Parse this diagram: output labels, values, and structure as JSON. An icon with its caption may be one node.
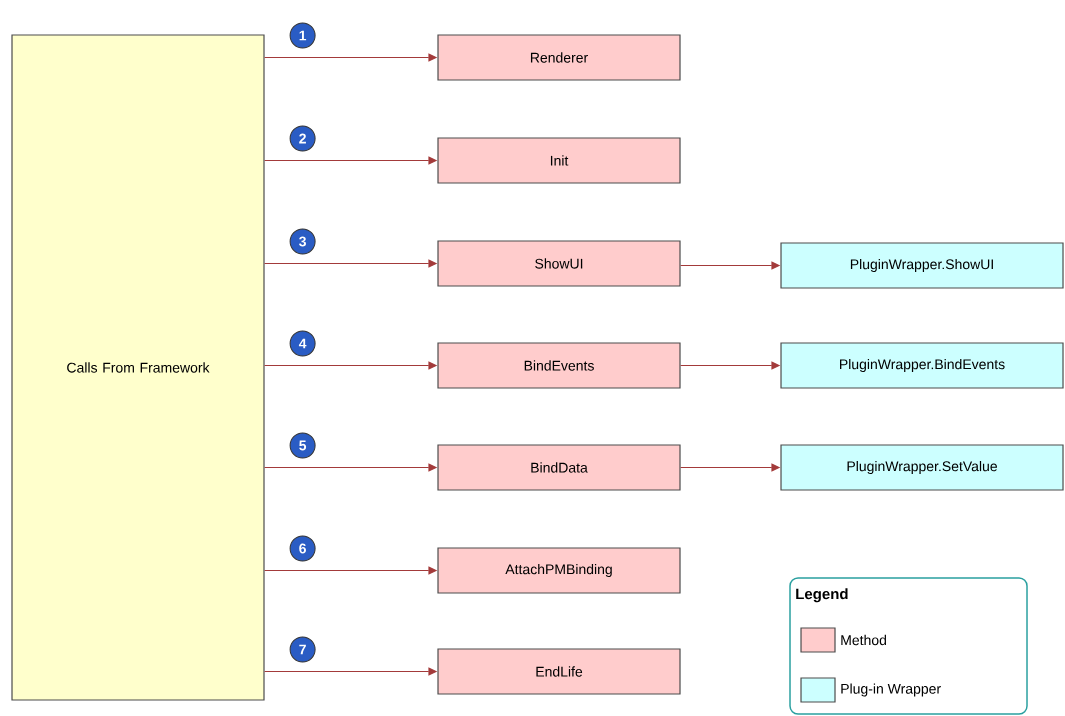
{
  "diagram": {
    "nodes": [
      {
        "text": [
          "Calls From Framework"
        ]
      },
      {
        "text": [
          "Renderer"
        ]
      },
      {
        "text": [
          "Init"
        ]
      },
      {
        "text": [
          "ShowUI"
        ]
      },
      {
        "text": [
          "BindEvents"
        ]
      },
      {
        "text": [
          "BindData"
        ]
      },
      {
        "text": [
          "AttachPMBinding"
        ]
      },
      {
        "text": [
          "EndLife"
        ]
      },
      {
        "text": [
          "PluginWrapper.ShowUI"
        ]
      },
      {
        "text": [
          "PluginWrapper.BindEvents"
        ]
      },
      {
        "text": [
          "PluginWrapper.SetValue"
        ]
      }
    ],
    "edges": [
      {
        "from": 0,
        "to": 1,
        "arrow": "to",
        "label": "1"
      },
      {
        "from": 0,
        "to": 2,
        "arrow": "to",
        "label": "2"
      },
      {
        "from": 0,
        "to": 3,
        "arrow": "to",
        "label": "3"
      },
      {
        "from": 0,
        "to": 4,
        "arrow": "to",
        "label": "4"
      },
      {
        "from": 0,
        "to": 5,
        "arrow": "to",
        "label": "5"
      },
      {
        "from": 0,
        "to": 6,
        "arrow": "to",
        "label": "6"
      },
      {
        "from": 0,
        "to": 7,
        "arrow": "to",
        "label": "7"
      },
      {
        "from": 3,
        "to": 8,
        "arrow": "to"
      },
      {
        "from": 4,
        "to": 9,
        "arrow": "to"
      },
      {
        "from": 5,
        "to": 10,
        "arrow": "to"
      }
    ],
    "labels": [
      "Legend"
    ],
    "legend": [
      {
        "text": "Method",
        "color": "#ffcccc"
      },
      {
        "text": "Plug-in Wrapper",
        "color": "#ccffff"
      }
    ]
  }
}
